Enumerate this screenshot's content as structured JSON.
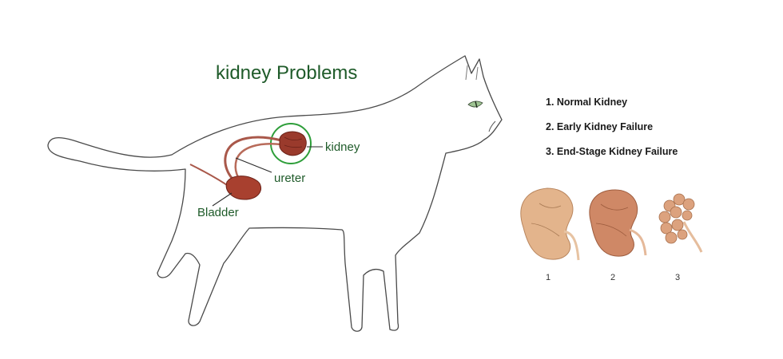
{
  "title": "kidney Problems",
  "labels": {
    "kidney": "kidney",
    "ureter": "ureter",
    "bladder": "Bladder"
  },
  "legend": [
    "1. Normal Kidney",
    "2. Early Kidney Failure",
    "3. End-Stage Kidney Failure"
  ],
  "kidney_numbers": [
    "1",
    "2",
    "3"
  ],
  "colors": {
    "title_green": "#1f5b2a",
    "highlight_circle": "#2e9e3a",
    "organ_red": "#9a3a2c",
    "kidney_normal": "#e3b48c",
    "kidney_early": "#cf8866",
    "kidney_end_stage": "#dca27e"
  }
}
